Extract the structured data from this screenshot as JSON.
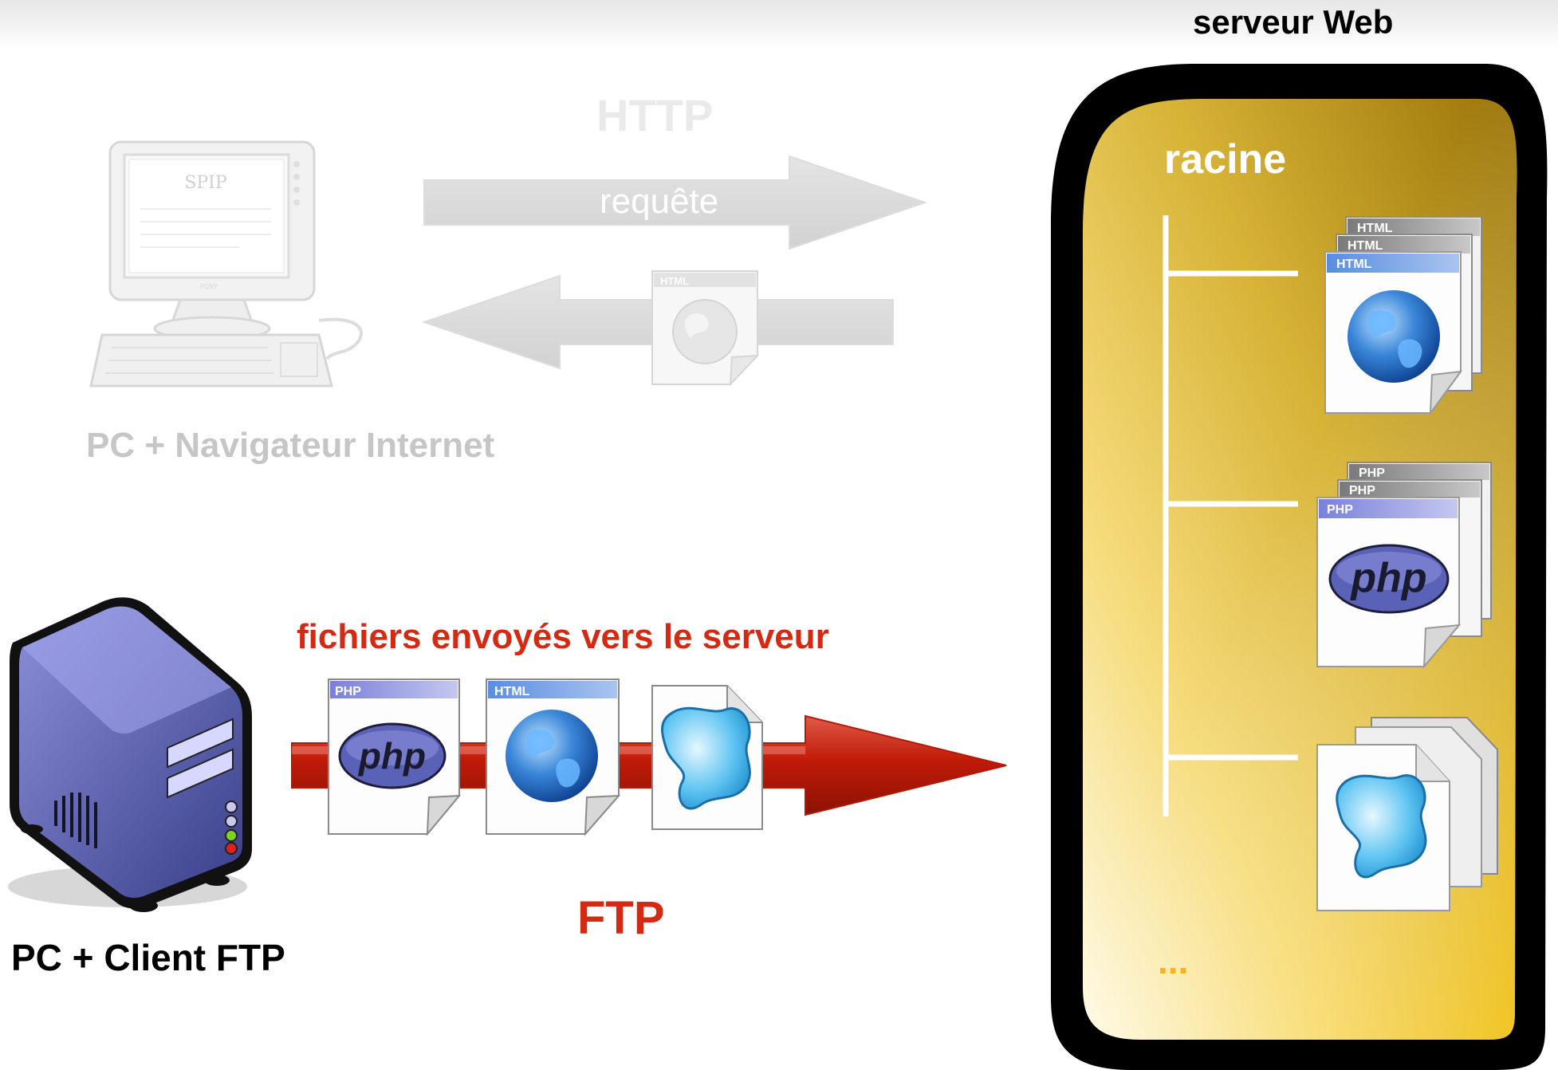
{
  "server": {
    "title": "serveur Web",
    "root_label": "racine",
    "ellipsis": "..."
  },
  "http": {
    "protocol": "HTTP",
    "request_label": "requête"
  },
  "browser_pc": {
    "label": "PC + Navigateur Internet",
    "screen_logo": "SPIP",
    "monitor_brand": "PONY"
  },
  "ftp": {
    "description": "fichiers envoyés vers le serveur",
    "protocol": "FTP"
  },
  "ftp_client": {
    "label": "PC + Client FTP"
  },
  "file_types": {
    "html": "HTML",
    "php": "PHP",
    "php_logo": "php"
  },
  "colors": {
    "ftp_red": "#d42a14",
    "http_gray": "#d9d9d9",
    "server_gold": "#c9a41e",
    "server_border": "#000000"
  }
}
